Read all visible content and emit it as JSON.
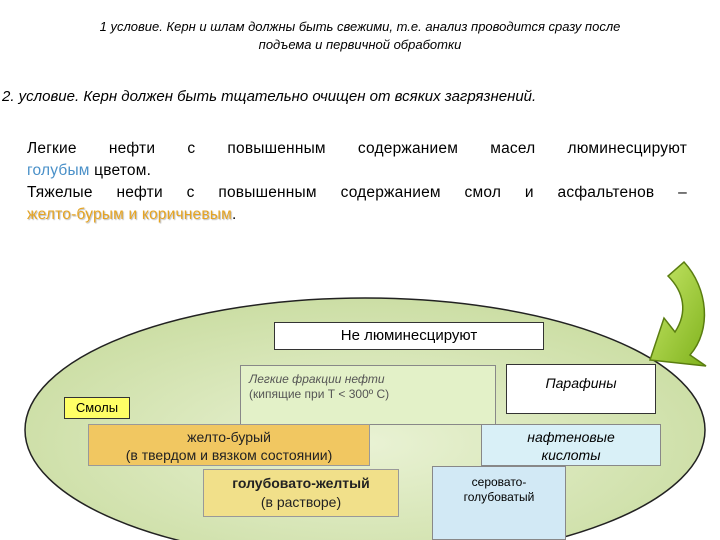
{
  "conditions": {
    "c1_line1": "1 условие. Керн и шлам должны быть свежими, т.е. анализ проводится сразу после",
    "c1_line2": "подъема и первичной обработки",
    "c2": "2. условие. Керн должен быть тщательно очищен от всяких загрязнений."
  },
  "paragraph": {
    "line1": "Легкие нефти с повышенным содержанием масел люминесцируют",
    "blue_word": "голубым",
    "line2_rest": " цветом.",
    "line3": "Тяжелые нефти с повышенным содержанием смол и асфальтенов –",
    "brown_words": "желто-бурым и коричневым",
    "period": "."
  },
  "diagram": {
    "not_luminescent": "Не люминесцируют",
    "light_fractions": "Легкие фракции нефти",
    "light_boiling": "(кипящие при Т < 300º С)",
    "paraffins": "Парафины",
    "resins": "Смолы",
    "yellow_brown": "желто-бурый",
    "yellow_brown_state": "(в твердом и вязком состоянии)",
    "naphthenic_1": "нафтеновые",
    "naphthenic_2": "кислоты",
    "blue_yellow": "голубовато-желтый",
    "blue_yellow_state": "(в растворе)",
    "grey_blue_1": "серовато-",
    "grey_blue_2": "голубоватый"
  },
  "colors": {
    "ellipse_fill": "#d6e6b4",
    "arrow_fill": "#9ccc2e",
    "blue_text": "#4a90c8",
    "brown_text": "#e6a422"
  }
}
